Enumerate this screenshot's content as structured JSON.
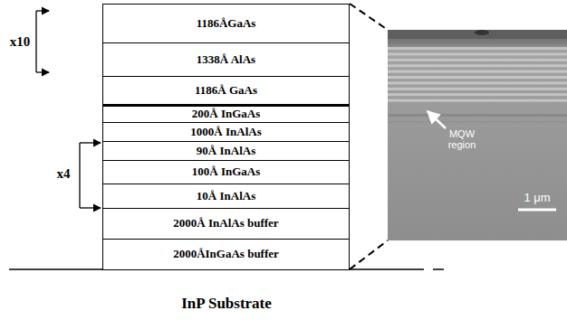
{
  "diagram": {
    "nodes": [
      {
        "text": [
          "1186ÅGaAs"
        ]
      },
      {
        "text": [
          "1338Å AlAs"
        ]
      },
      {
        "text": [
          "1186Å GaAs"
        ]
      },
      {
        "text": [
          "200Å InGaAs"
        ]
      },
      {
        "text": [
          "1000Å InAlAs"
        ]
      },
      {
        "text": [
          "90Å InAlAs"
        ]
      },
      {
        "text": [
          "100Å InGaAs"
        ]
      },
      {
        "text": [
          "10Å InAlAs"
        ]
      },
      {
        "text": [
          "2000Å InAlAs buffer"
        ]
      },
      {
        "text": [
          "2000ÅInGaAs buffer"
        ]
      }
    ],
    "labels": [
      "x10",
      "x4",
      "InP Substrate",
      "MQW region",
      "1 μm"
    ]
  }
}
